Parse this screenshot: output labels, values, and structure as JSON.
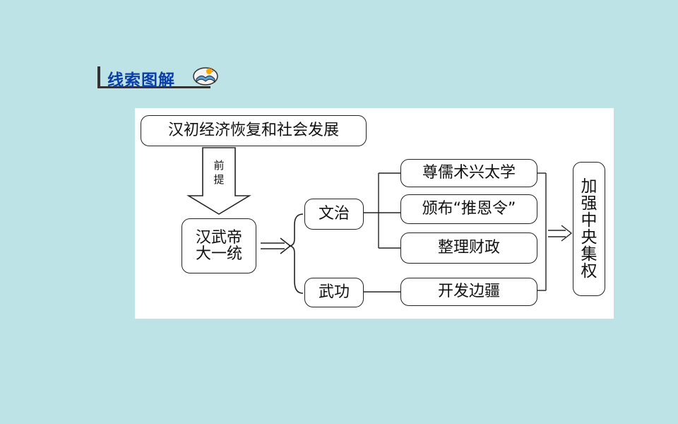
{
  "header": {
    "title": "线索图解",
    "icon": "open-book-icon"
  },
  "diagram": {
    "top_node": "汉初经济恢复和社会发展",
    "arrow_label_1": "前",
    "arrow_label_2": "提",
    "center_line1": "汉武帝",
    "center_line2": "大一统",
    "branch_wen": "文治",
    "branch_wu": "武功",
    "wen_item_1": "尊儒术兴太学",
    "wen_item_2": "颁布“推恩令”",
    "wen_item_3": "整理财政",
    "wu_item_1": "开发边疆",
    "result": [
      "加",
      "强",
      "中",
      "央",
      "集",
      "权"
    ]
  },
  "colors": {
    "background": "#bde3e6",
    "title": "#0b3fa8",
    "panel": "#ffffff"
  }
}
